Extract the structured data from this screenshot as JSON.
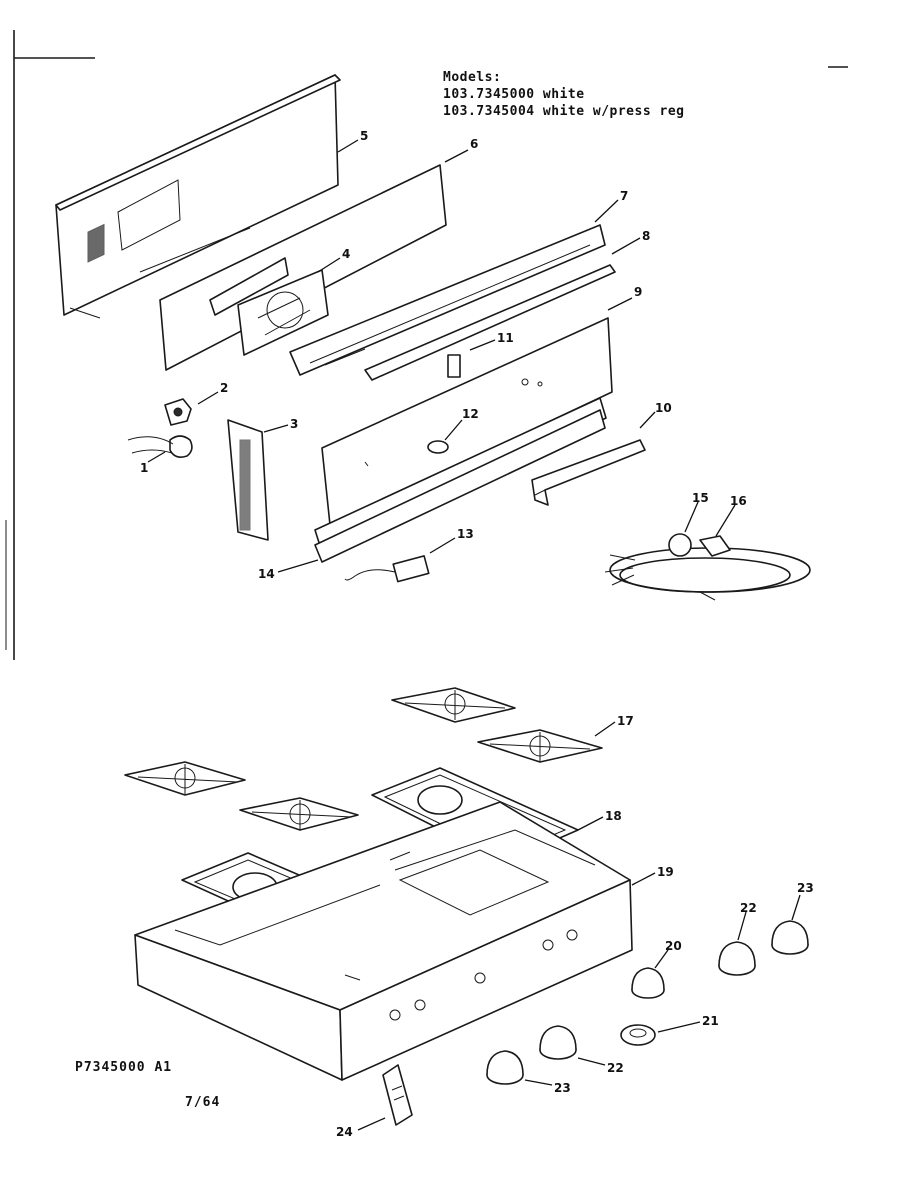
{
  "header": {
    "models_label": "Models:",
    "model_lines": [
      "103.7345000 white",
      "103.7345004 white w/press reg"
    ]
  },
  "footer": {
    "diagram_code": "P7345000 A1",
    "date": "7/64"
  },
  "callouts": [
    "1",
    "2",
    "3",
    "4",
    "5",
    "6",
    "7",
    "8",
    "9",
    "10",
    "11",
    "12",
    "13",
    "14",
    "15",
    "16",
    "17",
    "18",
    "19",
    "20",
    "21",
    "22",
    "22",
    "23",
    "23",
    "24"
  ]
}
